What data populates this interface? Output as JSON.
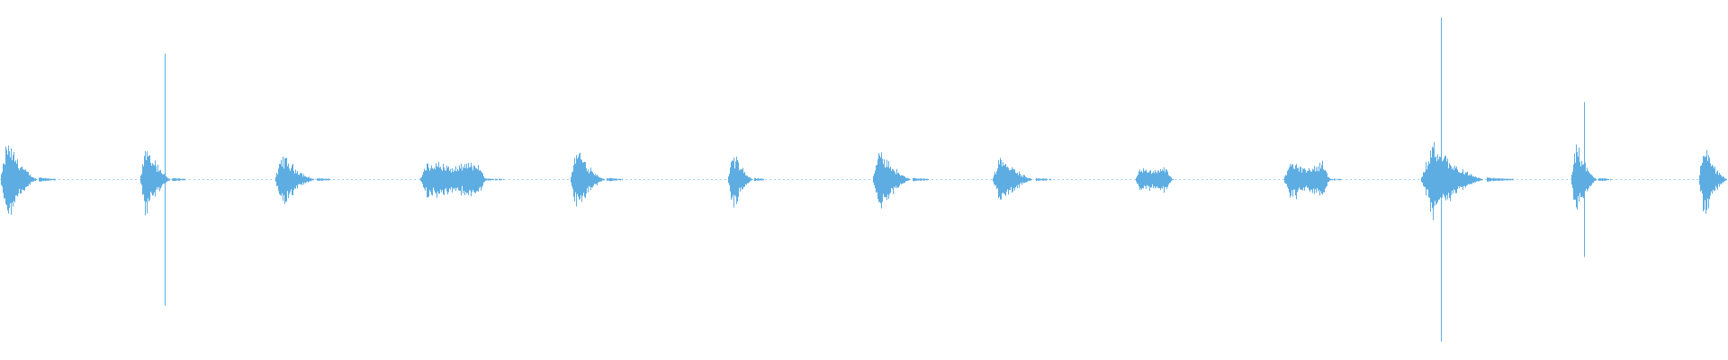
{
  "waveform": {
    "color": "#5dade2",
    "background": "#ffffff",
    "segments": [
      {
        "start": 0.0,
        "end": 0.022,
        "amp": 0.22,
        "shape": "burst"
      },
      {
        "start": 0.081,
        "end": 0.099,
        "amp": 0.19,
        "shape": "burst"
      },
      {
        "start": 0.159,
        "end": 0.183,
        "amp": 0.14,
        "shape": "burst"
      },
      {
        "start": 0.243,
        "end": 0.281,
        "amp": 0.1,
        "shape": "plateau"
      },
      {
        "start": 0.33,
        "end": 0.351,
        "amp": 0.18,
        "shape": "burst"
      },
      {
        "start": 0.421,
        "end": 0.436,
        "amp": 0.16,
        "shape": "burst"
      },
      {
        "start": 0.505,
        "end": 0.528,
        "amp": 0.17,
        "shape": "burst"
      },
      {
        "start": 0.574,
        "end": 0.599,
        "amp": 0.14,
        "shape": "burst"
      },
      {
        "start": 0.657,
        "end": 0.678,
        "amp": 0.07,
        "shape": "plateau"
      },
      {
        "start": 0.743,
        "end": 0.769,
        "amp": 0.1,
        "shape": "plateau"
      },
      {
        "start": 0.822,
        "end": 0.86,
        "amp": 0.2,
        "shape": "burst"
      },
      {
        "start": 0.909,
        "end": 0.925,
        "amp": 0.2,
        "shape": "burst"
      },
      {
        "start": 0.983,
        "end": 1.0,
        "amp": 0.2,
        "shape": "burst"
      }
    ],
    "spikes": [
      {
        "pos": 0.0955,
        "amp": 0.7
      },
      {
        "pos": 0.834,
        "amp": 0.9
      },
      {
        "pos": 0.9165,
        "amp": 0.43
      }
    ]
  }
}
